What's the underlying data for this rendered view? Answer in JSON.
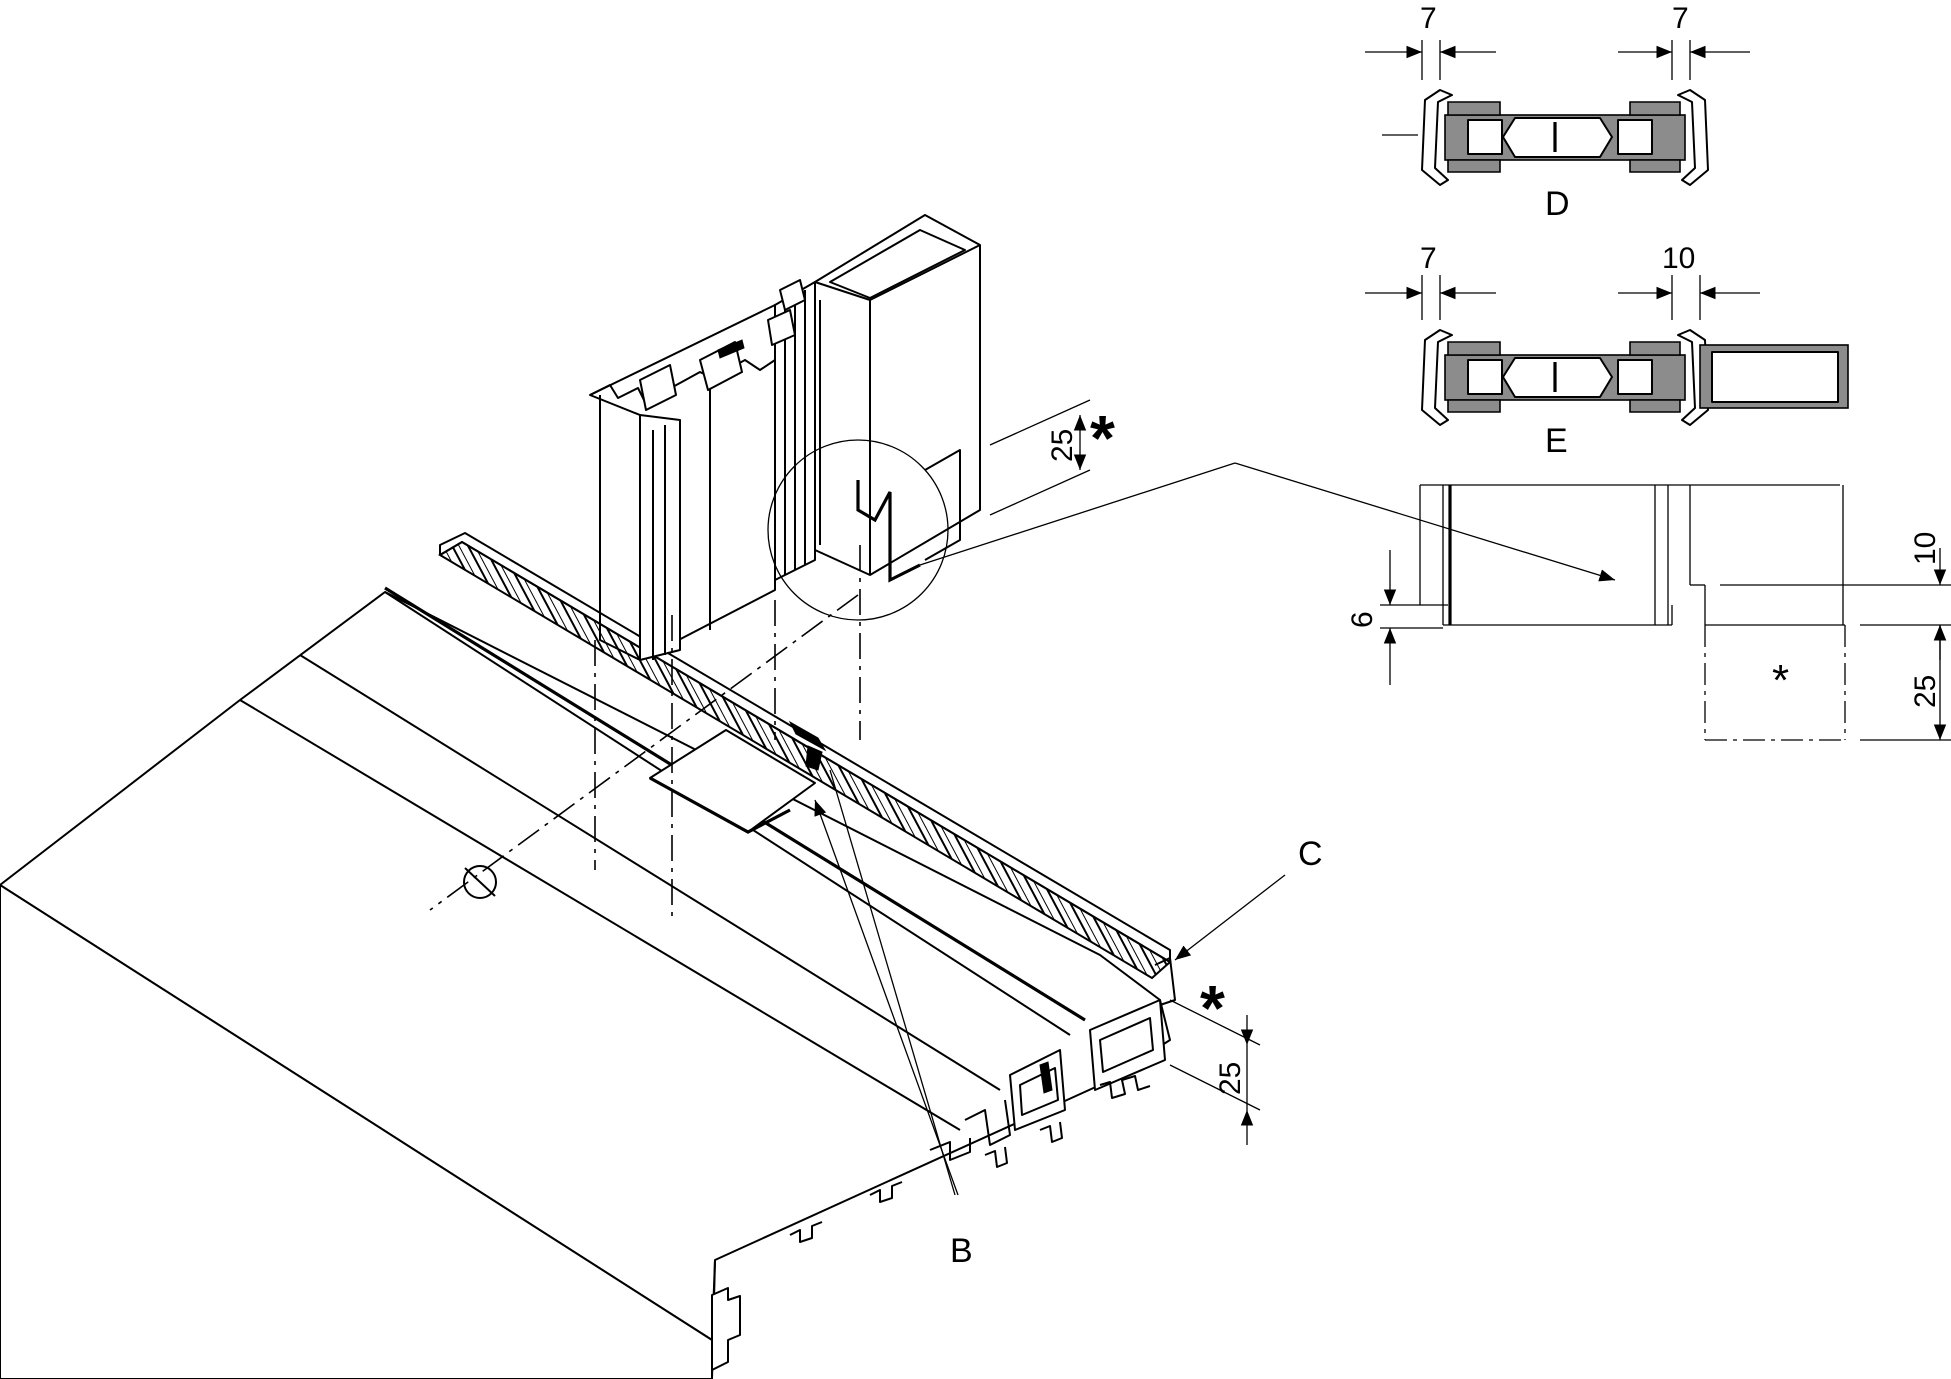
{
  "labels": {
    "B": "B",
    "C": "C",
    "D": "D",
    "E": "E",
    "star": "*"
  },
  "dimensions": {
    "d_left_gap": "7",
    "d_right_gap": "7",
    "e_left_gap": "7",
    "e_right_gap": "10",
    "detail_offset": "10",
    "detail_height": "6",
    "detail_lower": "25",
    "frame_vertical": "25",
    "sill_vertical": "25"
  },
  "colors": {
    "line": "#000000",
    "section_fill": "#8c8c8c",
    "background": "#ffffff"
  }
}
